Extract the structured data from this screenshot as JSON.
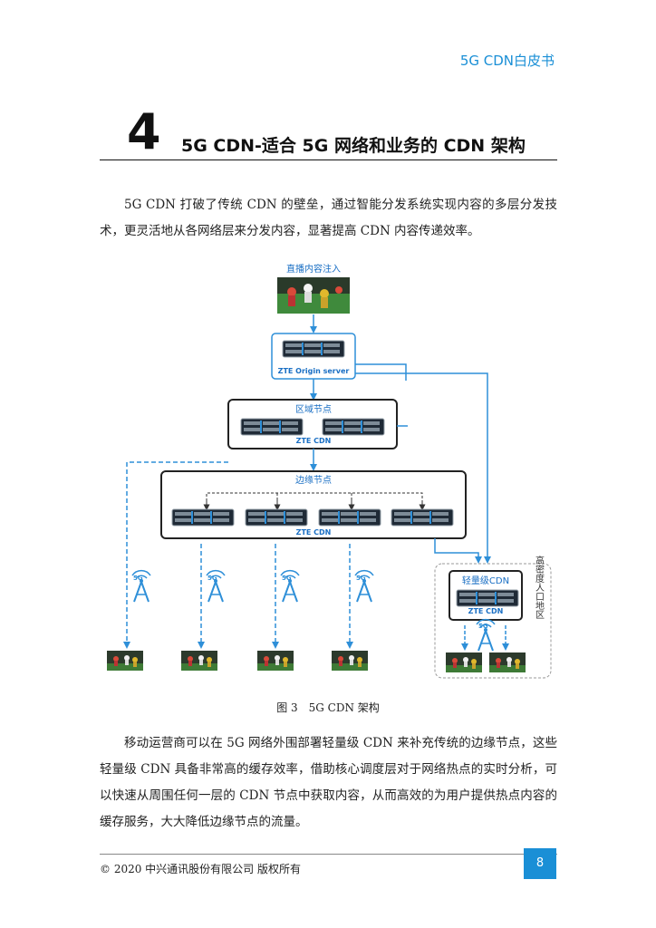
{
  "header": {
    "title": "5G CDN白皮书"
  },
  "chapter": {
    "number": "4",
    "title": "5G CDN-适合 5G 网络和业务的 CDN 架构"
  },
  "paragraphs": {
    "intro": "5G CDN 打破了传统 CDN 的壁垒，通过智能分发系统实现内容的多层分发技术，更灵活地从各网络层来分发内容，显著提高 CDN 内容传递效率。",
    "body": "移动运营商可以在 5G 网络外围部署轻量级 CDN 来补充传统的边缘节点，这些轻量级 CDN 具备非常高的缓存效率，借助核心调度层对于网络热点的实时分析，可以快速从周围任何一层的 CDN 节点中获取内容，从而高效的为用户提供热点内容的缓存服务，大大降低边缘节点的流量。"
  },
  "figure": {
    "source_label": "直播内容注入",
    "origin_label": "ZTE Origin server",
    "regional_label": "区域节点",
    "regional_cdn": "ZTE CDN",
    "edge_label": "边缘节点",
    "edge_cdn": "ZTE CDN",
    "light_label": "轻量级CDN",
    "light_cdn": "ZTE CDN",
    "density_label": "高密度人口地区",
    "tower_label": "5G",
    "caption": "图 3　5G CDN 架构"
  },
  "footer": {
    "copyright": "© 2020 中兴通讯股份有限公司 版权所有",
    "page": "8"
  },
  "colors": {
    "accent": "#1a8fd6",
    "arrow": "#2e8fd8",
    "box_border": "#222222"
  }
}
